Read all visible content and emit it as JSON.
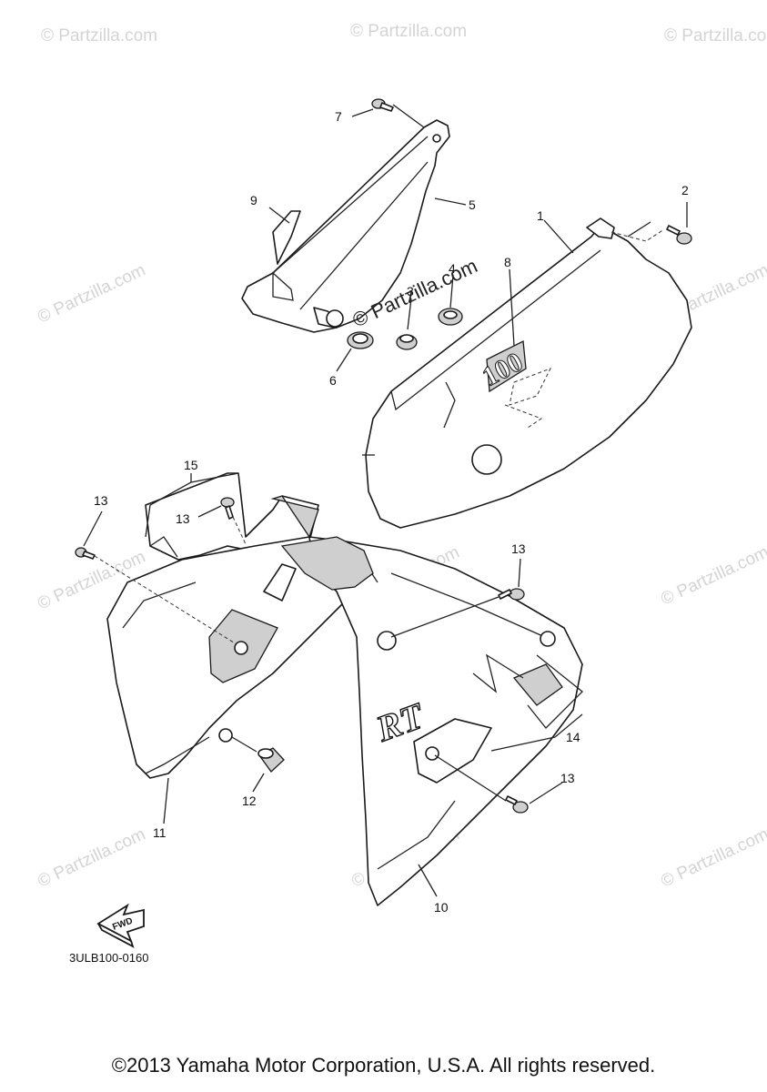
{
  "diagram": {
    "callouts": {
      "n1": "1",
      "n2": "2",
      "n3": "3",
      "n4": "4",
      "n5": "5",
      "n6": "6",
      "n7": "7",
      "n8": "8",
      "n9": "9",
      "n10": "10",
      "n11": "11",
      "n12": "12",
      "n13a": "13",
      "n13b": "13",
      "n13c": "13",
      "n13d": "13",
      "n14": "14",
      "n15": "15"
    },
    "decals": {
      "side_number": "100",
      "badge": "RT",
      "fwd_arrow": "FWD"
    },
    "diagram_code": "3ULB100-0160",
    "watermark_main": "© Partzilla.com",
    "watermark_faint": "© Partzilla.com"
  },
  "footer": {
    "copyright": "©2013 Yamaha Motor Corporation, U.S.A. All rights reserved."
  }
}
